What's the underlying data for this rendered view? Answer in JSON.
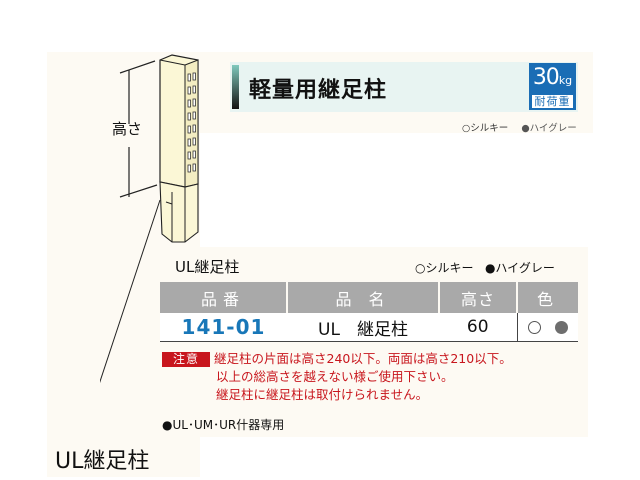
{
  "header": {
    "title": "軽量用継足柱",
    "badge": {
      "number": "30",
      "unit": "kg",
      "caption": "耐荷重",
      "color": "#1a6db5"
    },
    "legend": [
      "○シルキー",
      "●ハイグレー"
    ]
  },
  "illustration": {
    "dimension_label": "高さ",
    "callout_label": "UL継足柱"
  },
  "section": {
    "title": "UL継足柱",
    "legend": {
      "silky": "○シルキー",
      "highgray": "●ハイグレー"
    }
  },
  "table": {
    "headers": [
      "品番",
      "品 名",
      "高さ",
      "色"
    ],
    "rows": [
      {
        "code": "141-01",
        "name": "UL　継足柱",
        "height": "60",
        "colors": [
          "silky",
          "highgray"
        ]
      }
    ],
    "header_color": "#a9a9a9",
    "code_color": "#1877b8"
  },
  "note": {
    "label": "注意",
    "lines": [
      "継足柱の片面は高さ240以下。両面は高さ210以下。",
      "以上の総高さを越えない様ご使用下さい。",
      "継足柱に継足柱は取付けられません。"
    ],
    "color": "#c8161d"
  },
  "footnote": "●UL･UM･UR什器専用"
}
